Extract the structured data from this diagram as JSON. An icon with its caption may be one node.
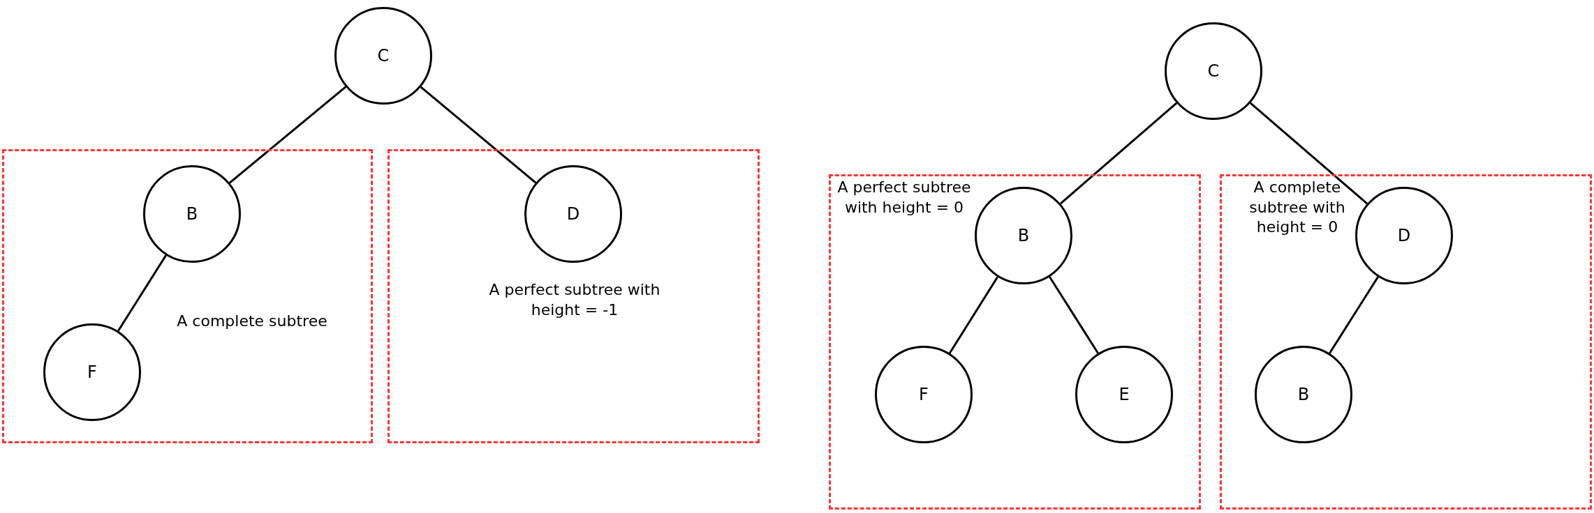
{
  "diagram": {
    "nodes": [
      {
        "text": [
          "C"
        ]
      },
      {
        "text": [
          "A complete subtree"
        ]
      },
      {
        "text": [
          "B"
        ],
        "in": 1
      },
      {
        "text": [
          "F"
        ],
        "in": 1
      },
      {
        "text": [
          "A perfect subtree with height = -1"
        ]
      },
      {
        "text": [
          "D"
        ],
        "in": 4
      },
      {
        "text": [
          "C"
        ]
      },
      {
        "text": [
          "A perfect subtree with height = 0"
        ]
      },
      {
        "text": [
          "B"
        ],
        "in": 7
      },
      {
        "text": [
          "F"
        ],
        "in": 7
      },
      {
        "text": [
          "E"
        ],
        "in": 7
      },
      {
        "text": [
          "A complete subtree with height = 0"
        ]
      },
      {
        "text": [
          "D"
        ],
        "in": 11
      },
      {
        "text": [
          "B"
        ],
        "in": 11
      }
    ],
    "edges": [
      {
        "from": 0,
        "to": 2,
        "arrow": "none"
      },
      {
        "from": 0,
        "to": 5,
        "arrow": "none"
      },
      {
        "from": 2,
        "to": 3,
        "arrow": "none"
      },
      {
        "from": 6,
        "to": 8,
        "arrow": "none"
      },
      {
        "from": 6,
        "to": 12,
        "arrow": "none"
      },
      {
        "from": 8,
        "to": 9,
        "arrow": "none"
      },
      {
        "from": 8,
        "to": 10,
        "arrow": "none"
      },
      {
        "from": 12,
        "to": 13,
        "arrow": "none"
      }
    ]
  }
}
